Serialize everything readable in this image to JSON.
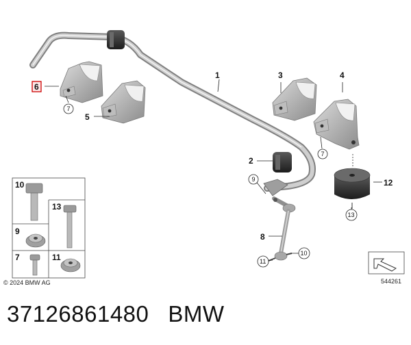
{
  "caption": {
    "part_number": "37126861480",
    "brand": "BMW"
  },
  "copyright": "© 2024 BMW AG",
  "diagram_id": "544261",
  "callouts": [
    "1",
    "2",
    "3",
    "4",
    "5",
    "6",
    "7",
    "7",
    "8",
    "9",
    "10",
    "11",
    "12",
    "13"
  ],
  "hardware_legend": [
    "10",
    "13",
    "9",
    "7",
    "11"
  ]
}
